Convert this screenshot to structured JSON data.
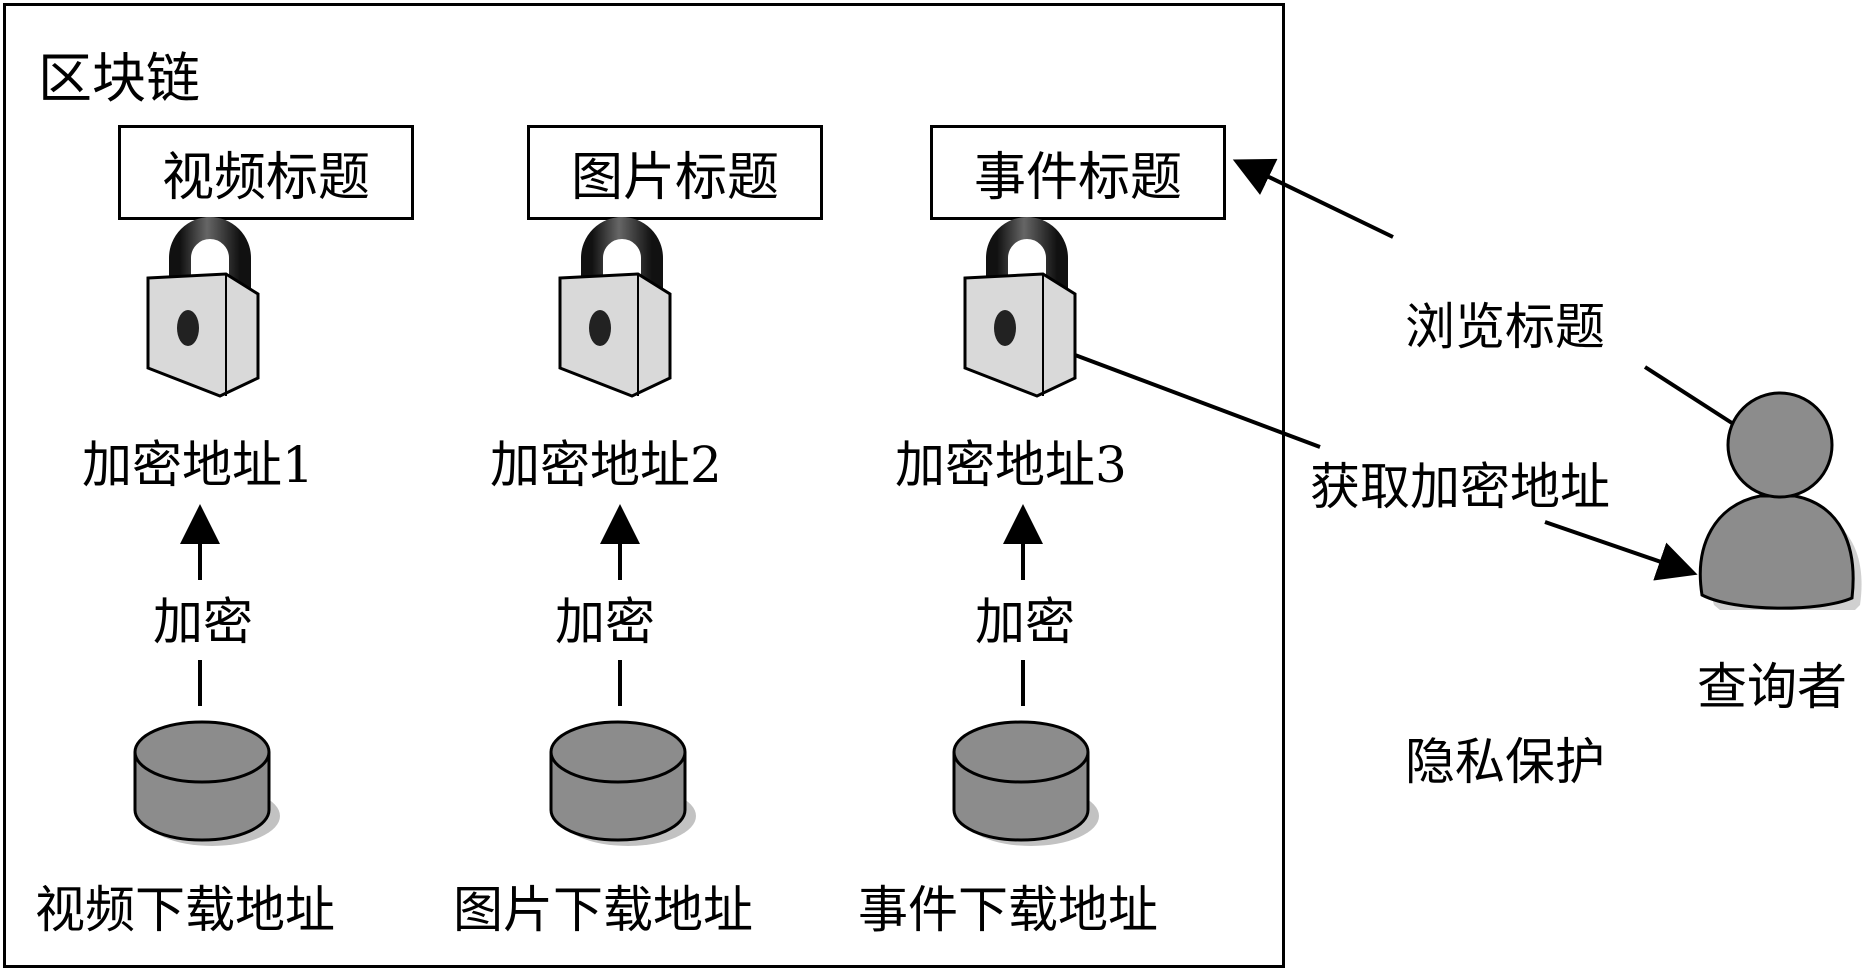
{
  "blockchain": {
    "label": "区块链",
    "columns": [
      {
        "title": "视频标题",
        "encrypted_address": "加密地址1",
        "encrypt_label": "加密",
        "download_address": "视频下载地址"
      },
      {
        "title": "图片标题",
        "encrypted_address": "加密地址2",
        "encrypt_label": "加密",
        "download_address": "图片下载地址"
      },
      {
        "title": "事件标题",
        "encrypted_address": "加密地址3",
        "encrypt_label": "加密",
        "download_address": "事件下载地址"
      }
    ]
  },
  "flows": {
    "browse_titles": "浏览标题",
    "get_encrypted_address": "获取加密地址"
  },
  "actor": {
    "label": "查询者",
    "privacy_label": "隐私保护"
  },
  "colors": {
    "lock_body": "#d9d9d9",
    "database": "#8c8c8c",
    "person": "#8c8c8c",
    "line": "#000000"
  }
}
